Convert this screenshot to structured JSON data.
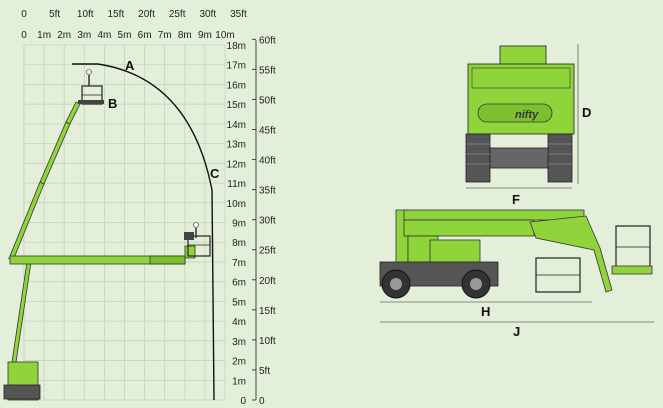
{
  "range_diagram": {
    "ft_axis_top": [
      "0",
      "5ft",
      "10ft",
      "15ft",
      "20ft",
      "25ft",
      "30ft",
      "35ft"
    ],
    "m_axis_top": [
      "0",
      "1m",
      "2m",
      "3m",
      "4m",
      "5m",
      "6m",
      "7m",
      "8m",
      "9m",
      "10m"
    ],
    "m_axis_right": [
      "18m",
      "17m",
      "16m",
      "15m",
      "14m",
      "13m",
      "12m",
      "11m",
      "10m",
      "9m",
      "8m",
      "7m",
      "6m",
      "5m",
      "4m",
      "3m",
      "2m",
      "1m",
      "0"
    ],
    "ft_axis_right": [
      "60ft",
      "55ft",
      "50ft",
      "45ft",
      "40ft",
      "35ft",
      "30ft",
      "25ft",
      "20ft",
      "15ft",
      "10ft",
      "5ft",
      "0"
    ],
    "point_labels": [
      "A",
      "B",
      "C"
    ]
  },
  "dimension_labels": {
    "height": "D",
    "width": "F",
    "length_stowed": "H",
    "length_overall": "J"
  },
  "branding": {
    "logo": "nifty"
  },
  "colors": {
    "machine_green": "#8fd43a",
    "dark": "#333333",
    "background": "#e3efd9"
  }
}
